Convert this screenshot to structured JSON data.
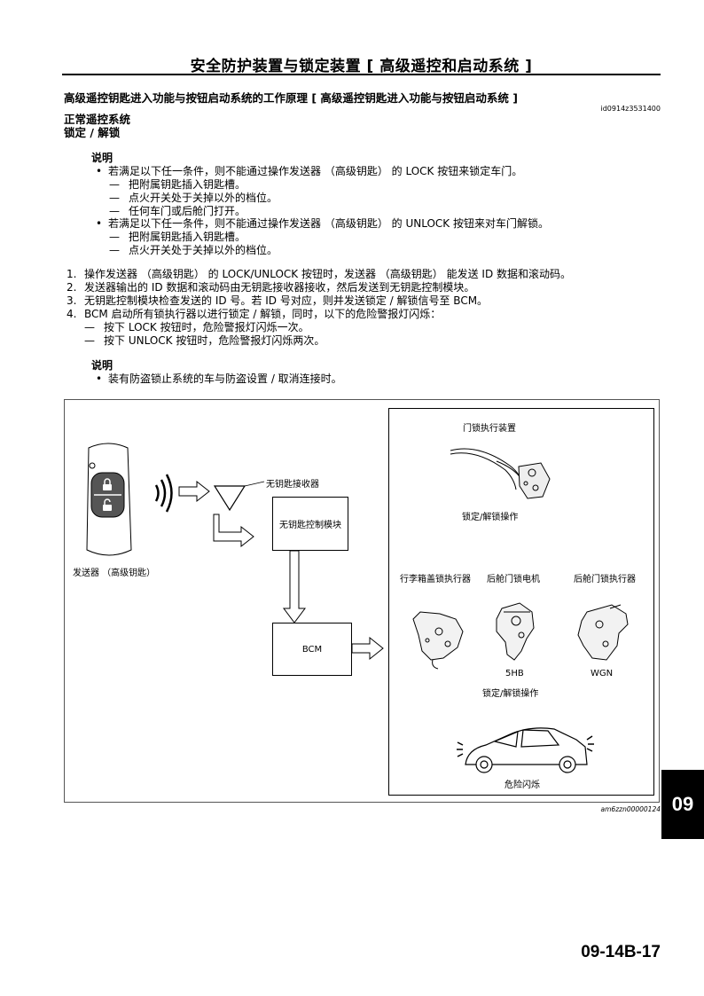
{
  "header": {
    "title": "安全防护装置与锁定装置 [ 高级遥控和启动系统 ]"
  },
  "section": {
    "title": "高级遥控钥匙进入功能与按钮启动系统的工作原理 [ 高级遥控钥匙进入功能与按钮启动系统 ]",
    "doc_id": "id0914z3531400",
    "sub1": "正常遥控系统",
    "sub2": "锁定 / 解锁"
  },
  "note1": {
    "heading": "说明",
    "bullet1": "若满足以下任一条件，则不能通过操作发送器 （高级钥匙） 的 LOCK 按钮来锁定车门。",
    "b1_items": [
      "把附属钥匙插入钥匙槽。",
      "点火开关处于关掉以外的档位。",
      "任何车门或后舱门打开。"
    ],
    "bullet2": "若满足以下任一条件，则不能通过操作发送器 （高级钥匙） 的 UNLOCK 按钮来对车门解锁。",
    "b2_items": [
      "把附属钥匙插入钥匙槽。",
      "点火开关处于关掉以外的档位。"
    ]
  },
  "steps": [
    {
      "n": "1.",
      "text": "操作发送器 （高级钥匙） 的 LOCK/UNLOCK 按钮时，发送器 （高级钥匙） 能发送 ID 数据和滚动码。"
    },
    {
      "n": "2.",
      "text": "发送器输出的 ID 数据和滚动码由无钥匙接收器接收，然后发送到无钥匙控制模块。"
    },
    {
      "n": "3.",
      "text": "无钥匙控制模块检查发送的 ID 号。若 ID 号对应，则并发送锁定 / 解锁信号至 BCM。"
    },
    {
      "n": "4.",
      "text": "BCM 启动所有锁执行器以进行锁定 / 解锁，同时，以下的危险警报灯闪烁："
    }
  ],
  "step4_items": [
    "按下 LOCK 按钮时，危险警报灯闪烁一次。",
    "按下 UNLOCK 按钮时，危险警报灯闪烁两次。"
  ],
  "dash_char": "—",
  "bullet_char": "•",
  "note2": {
    "heading": "说明",
    "bullet": "装有防盗锁止系统的车与防盗设置 / 取消连接时。"
  },
  "figure": {
    "transmitter_label": "发送器 （高级钥匙）",
    "receiver_label": "无钥匙接收器",
    "module_label": "无钥匙控制模块",
    "bcm_label": "BCM",
    "door_lock_title": "门锁执行装置",
    "door_lock_op": "锁定/解锁操作",
    "trunk_label": "行李箱盖锁执行器",
    "liftgate_motor_label": "后舱门锁电机",
    "liftgate_actuator_label": "后舱门锁执行器",
    "tag_5hb": "5HB",
    "tag_wgn": "WGN",
    "rear_lock_op": "锁定/解锁操作",
    "hazard_label": "危险闪烁",
    "figure_id": "am6zzn00000124"
  },
  "side_tab": "09",
  "page_number": "09-14B-17"
}
